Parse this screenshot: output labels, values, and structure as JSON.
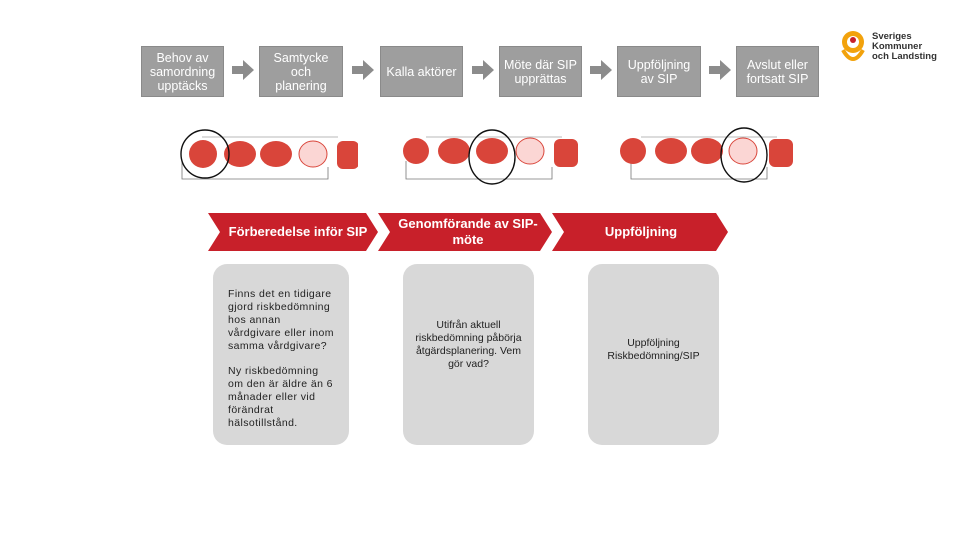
{
  "steps": [
    {
      "label": "Behov av samordning upptäcks"
    },
    {
      "label": "Samtycke och planering"
    },
    {
      "label": "Kalla aktörer"
    },
    {
      "label": "Möte där SIP upprättas"
    },
    {
      "label": "Uppföljning av SIP"
    },
    {
      "label": "Avslut eller fortsatt SIP"
    }
  ],
  "logo": {
    "line1": "Sveriges",
    "line2": "Kommuner",
    "line3": "och Landsting"
  },
  "phases": [
    {
      "label": "Förberedelse inför SIP"
    },
    {
      "label": "Genomförande av SIP-möte"
    },
    {
      "label": "Uppföljning"
    }
  ],
  "cards": [
    {
      "text1": "Finns det en tidigare gjord riskbedömning hos annan vårdgivare eller inom samma vårdgivare?",
      "text2": "Ny riskbedömning om den är äldre än 6 månader eller vid förändrat hälsotillstånd."
    },
    {
      "text1": "Utifrån aktuell riskbedömning påbörja åtgärdsplanering. Vem gör vad?"
    },
    {
      "text1": "Uppföljning Riskbedömning/SIP"
    }
  ],
  "colors": {
    "step_gray": "#9e9e9e",
    "arrow_gray": "#8c8c8c",
    "phase_red": "#c8202a",
    "card_gray": "#d8d8d8",
    "node_red": "#d9453a"
  }
}
